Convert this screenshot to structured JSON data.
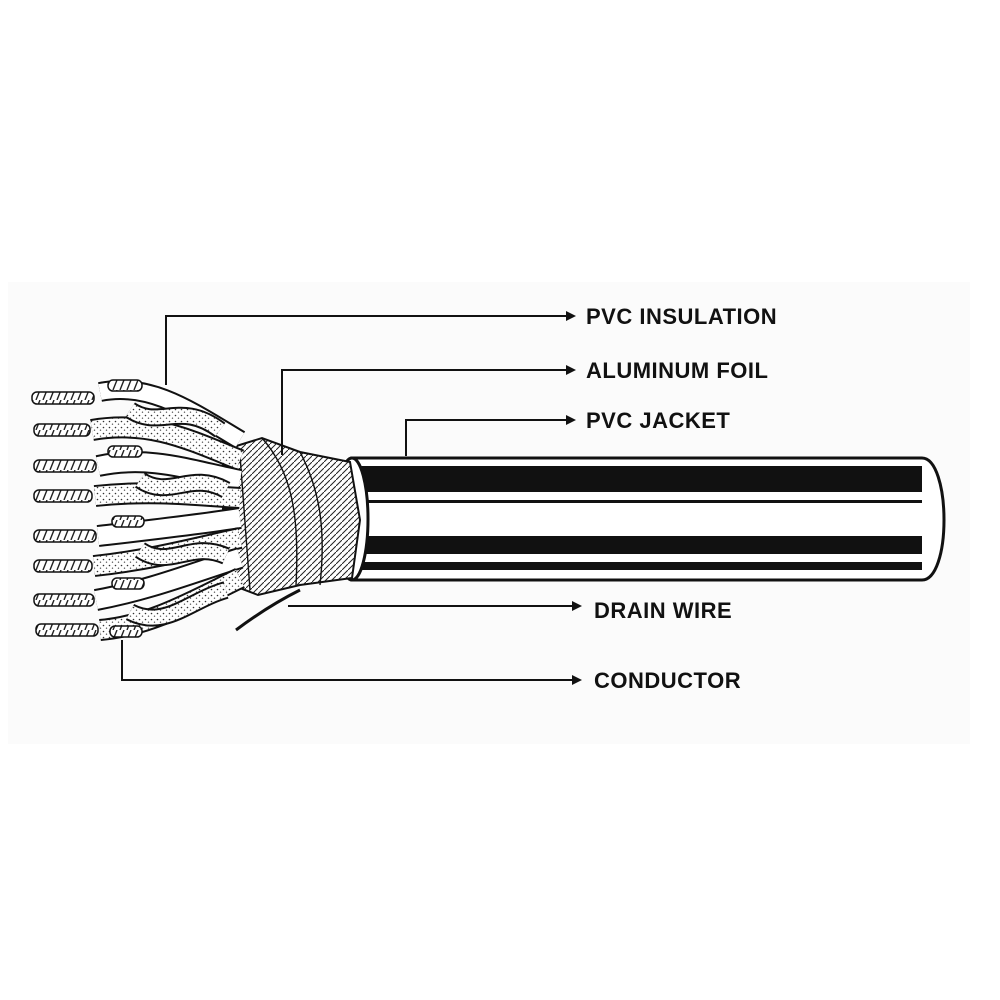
{
  "diagram": {
    "labels": {
      "pvc_insulation": "PVC INSULATION",
      "aluminum_foil": "ALUMINUM FOIL",
      "pvc_jacket": "PVC JACKET",
      "drain_wire": "DRAIN WIRE",
      "conductor": "CONDUCTOR"
    }
  }
}
